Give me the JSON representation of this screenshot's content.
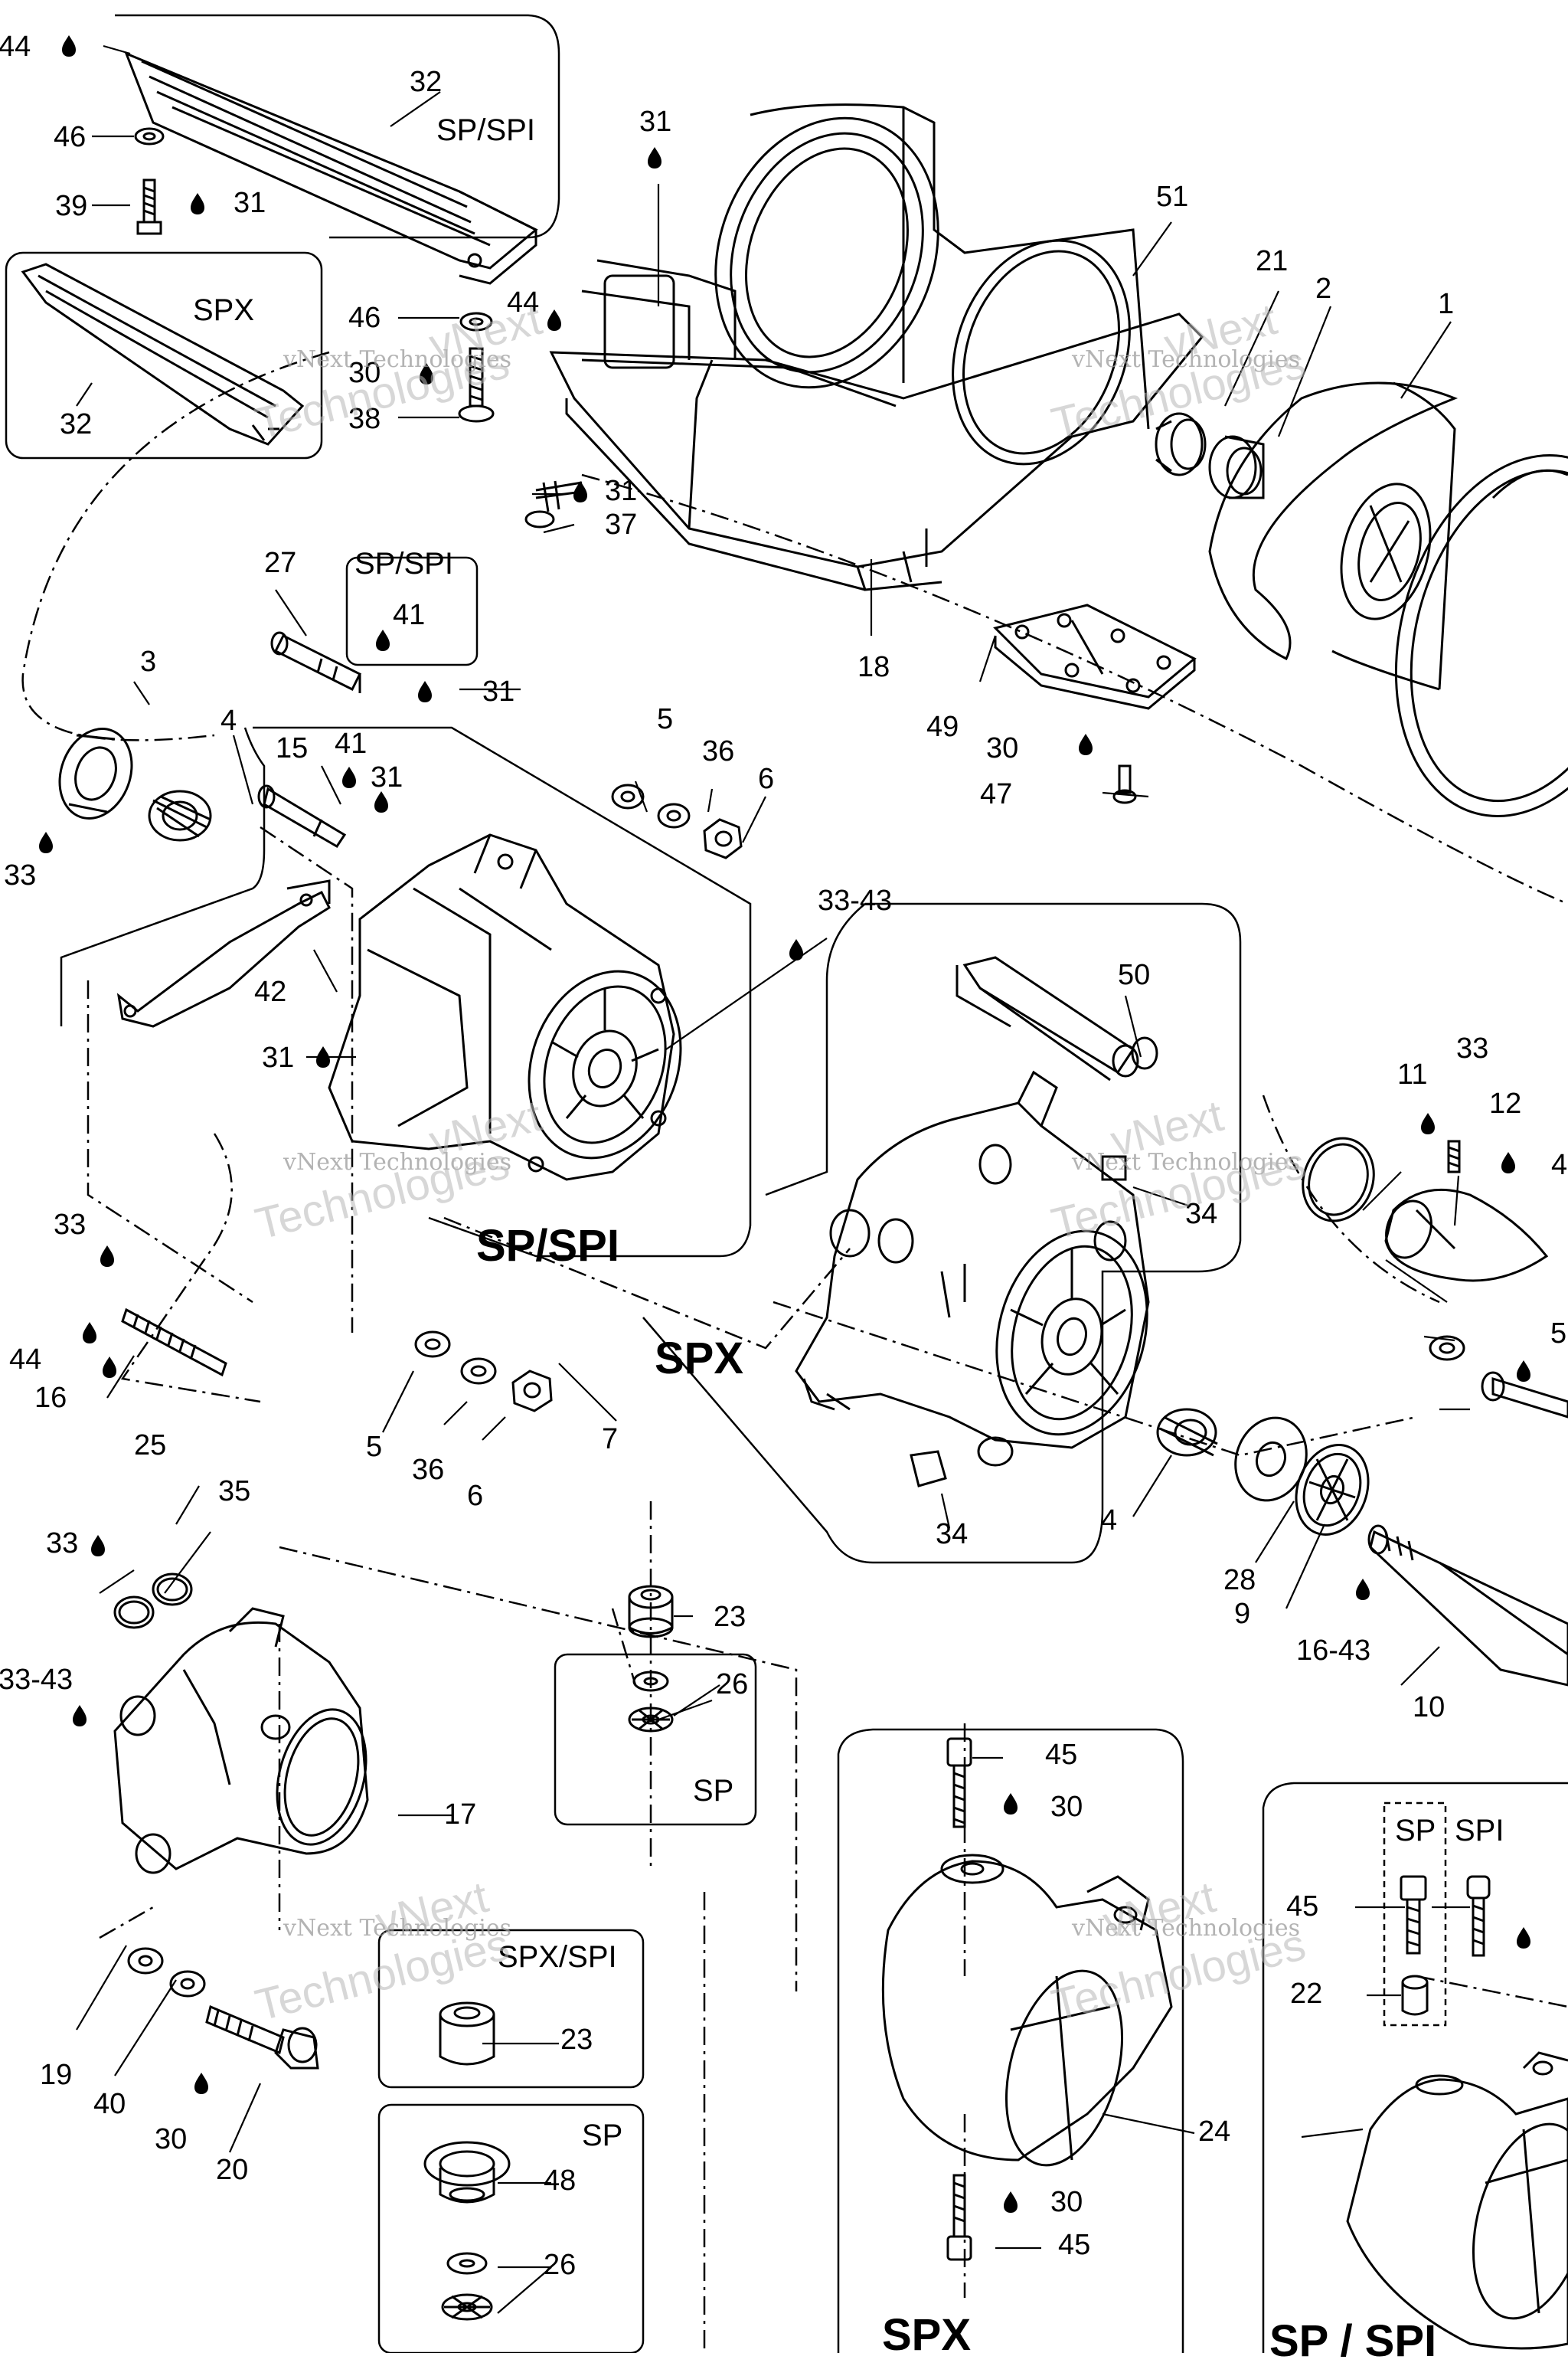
{
  "callouts": [
    {
      "id": "c44a",
      "text": "44"
    },
    {
      "id": "c46a",
      "text": "46"
    },
    {
      "id": "c39",
      "text": "39"
    },
    {
      "id": "c31a",
      "text": "31"
    },
    {
      "id": "c32a",
      "text": "32"
    },
    {
      "id": "c32b",
      "text": "32"
    },
    {
      "id": "c46b",
      "text": "46"
    },
    {
      "id": "c30a",
      "text": "30"
    },
    {
      "id": "c38",
      "text": "38"
    },
    {
      "id": "c31b",
      "text": "31"
    },
    {
      "id": "c44b",
      "text": "44"
    },
    {
      "id": "c31c",
      "text": "31"
    },
    {
      "id": "c37",
      "text": "37"
    },
    {
      "id": "c18",
      "text": "18"
    },
    {
      "id": "c51",
      "text": "51"
    },
    {
      "id": "c21",
      "text": "21"
    },
    {
      "id": "c2",
      "text": "2"
    },
    {
      "id": "c1",
      "text": "1"
    },
    {
      "id": "c49",
      "text": "49"
    },
    {
      "id": "c30b",
      "text": "30"
    },
    {
      "id": "c47",
      "text": "47"
    },
    {
      "id": "c27",
      "text": "27"
    },
    {
      "id": "c41a",
      "text": "41"
    },
    {
      "id": "c31d",
      "text": "31"
    },
    {
      "id": "c3",
      "text": "3"
    },
    {
      "id": "c4a",
      "text": "4"
    },
    {
      "id": "c33a",
      "text": "33"
    },
    {
      "id": "c15",
      "text": "15"
    },
    {
      "id": "c41b",
      "text": "41"
    },
    {
      "id": "c31e",
      "text": "31"
    },
    {
      "id": "c42",
      "text": "42"
    },
    {
      "id": "c31f",
      "text": "31"
    },
    {
      "id": "c5a",
      "text": "5"
    },
    {
      "id": "c36a",
      "text": "36"
    },
    {
      "id": "c6a",
      "text": "6"
    },
    {
      "id": "c3343a",
      "text": "33-43"
    },
    {
      "id": "c50",
      "text": "50"
    },
    {
      "id": "c33b",
      "text": "33"
    },
    {
      "id": "c11",
      "text": "11"
    },
    {
      "id": "c12",
      "text": "12"
    },
    {
      "id": "c4r",
      "text": "4"
    },
    {
      "id": "c34a",
      "text": "34"
    },
    {
      "id": "c33c",
      "text": "33"
    },
    {
      "id": "c44c",
      "text": "44"
    },
    {
      "id": "c16a",
      "text": "16"
    },
    {
      "id": "c25",
      "text": "25"
    },
    {
      "id": "c5b",
      "text": "5"
    },
    {
      "id": "c36b",
      "text": "36"
    },
    {
      "id": "c6b",
      "text": "6"
    },
    {
      "id": "c7",
      "text": "7"
    },
    {
      "id": "c34b",
      "text": "34"
    },
    {
      "id": "c4b",
      "text": "4"
    },
    {
      "id": "c28",
      "text": "28"
    },
    {
      "id": "c9",
      "text": "9"
    },
    {
      "id": "c1643",
      "text": "16-43"
    },
    {
      "id": "c10",
      "text": "10"
    },
    {
      "id": "c5r",
      "text": "5"
    },
    {
      "id": "c35",
      "text": "35"
    },
    {
      "id": "c33d",
      "text": "33"
    },
    {
      "id": "c3343b",
      "text": "33-43"
    },
    {
      "id": "c17",
      "text": "17"
    },
    {
      "id": "c23a",
      "text": "23"
    },
    {
      "id": "c26a",
      "text": "26"
    },
    {
      "id": "c19",
      "text": "19"
    },
    {
      "id": "c40",
      "text": "40"
    },
    {
      "id": "c30c",
      "text": "30"
    },
    {
      "id": "c20",
      "text": "20"
    },
    {
      "id": "c23b",
      "text": "23"
    },
    {
      "id": "c48",
      "text": "48"
    },
    {
      "id": "c26b",
      "text": "26"
    },
    {
      "id": "c45a",
      "text": "45"
    },
    {
      "id": "c30d",
      "text": "30"
    },
    {
      "id": "c24",
      "text": "24"
    },
    {
      "id": "c30e",
      "text": "30"
    },
    {
      "id": "c45b",
      "text": "45"
    },
    {
      "id": "c45c",
      "text": "45"
    },
    {
      "id": "c22",
      "text": "22"
    }
  ],
  "variant_labels": {
    "sp_spi_top": "SP/SPI",
    "spx_box": "SPX",
    "sp_spi_pin": "SP/SPI",
    "sp_spi_housing": "SP/SPI",
    "spx_housing": "SPX",
    "sp_box": "SP",
    "spx_spi_box": "SPX/SPI",
    "sp_box2": "SP",
    "spx_nozzle": "SPX",
    "sp_col": "SP",
    "spi_col": "SPI",
    "sp_spi_nozzle": "SP / SPI"
  },
  "watermark": {
    "company": "vNext Technologies",
    "brand": "vNext",
    "brand2": "Technologies"
  },
  "colors": {
    "ink": "#000000",
    "watermark": "#9a9a9a"
  }
}
